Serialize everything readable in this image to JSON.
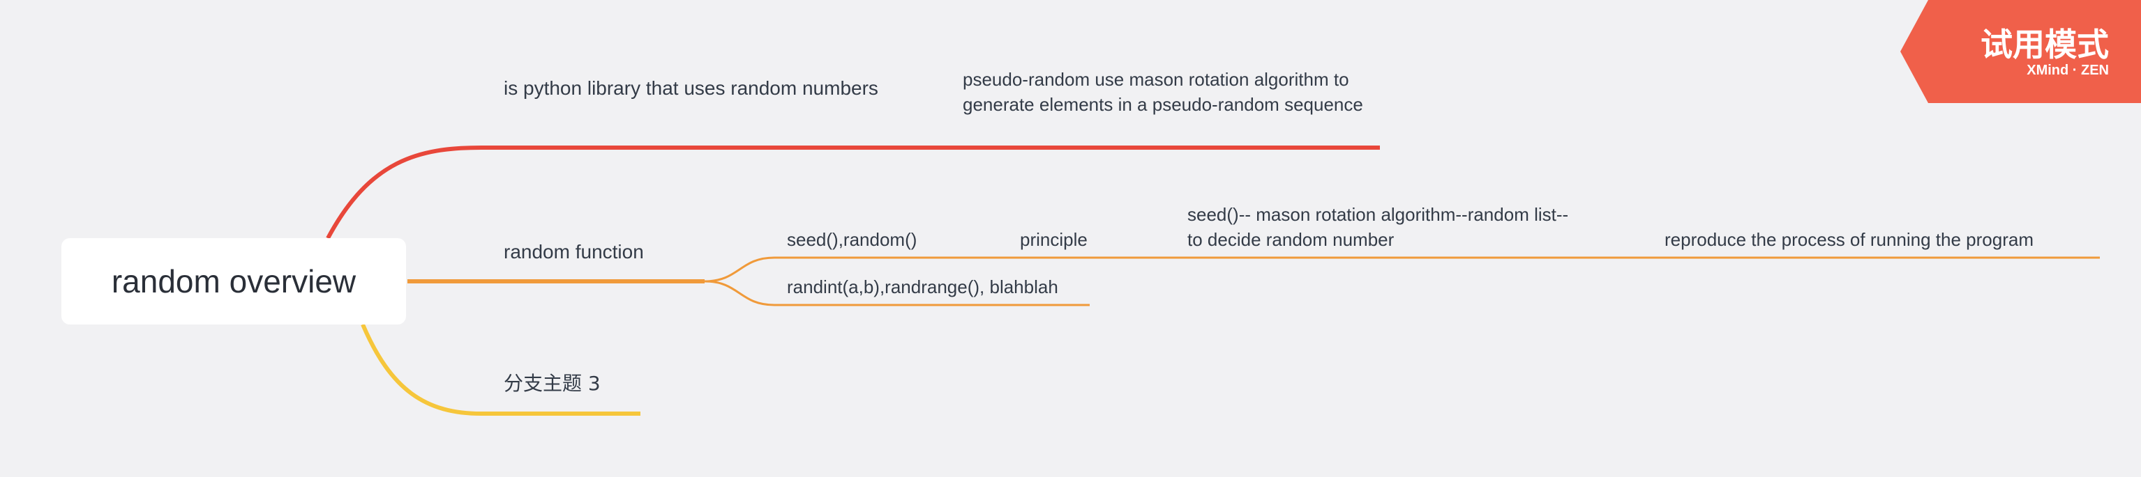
{
  "badge": {
    "title": "试用模式",
    "subtitle": "XMind · ZEN"
  },
  "root": {
    "label": "random overview"
  },
  "branches": {
    "b1": {
      "label": "is python library that uses random numbers",
      "child": "pseudo-random use mason rotation algorithm to generate elements in a pseudo-random sequence"
    },
    "b2": {
      "label": "random function",
      "c1": "seed(),random()",
      "c1_child": "principle",
      "c1_child2": "seed()-- mason rotation algorithm--random list--to decide random number",
      "c1_child3": "reproduce the process of running the program",
      "c2": "randint(a,b),randrange(), blahblah"
    },
    "b3": {
      "label": "分支主题 3"
    }
  },
  "colors": {
    "red": "#e8473a",
    "orange": "#f09a3a",
    "yellow": "#f6c63b",
    "badge": "#f0604a",
    "background": "#f1f1f3"
  }
}
